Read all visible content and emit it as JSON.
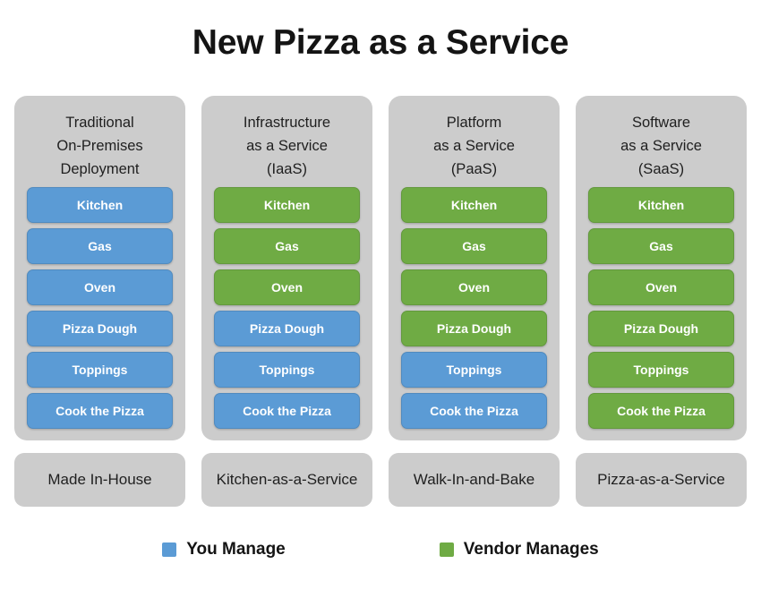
{
  "title": "New Pizza as a Service",
  "colors": {
    "you_manage": "#5b9bd5",
    "vendor_manages": "#6fab44",
    "panel": "#cccccc",
    "background": "#ffffff",
    "text": "#1f1f1f"
  },
  "rows": [
    "Kitchen",
    "Gas",
    "Oven",
    "Pizza Dough",
    "Toppings",
    "Cook the Pizza"
  ],
  "columns": [
    {
      "header": "Traditional\nOn-Premises\nDeployment",
      "footer": "Made In-House",
      "items": [
        {
          "label": "Kitchen",
          "owner": "you"
        },
        {
          "label": "Gas",
          "owner": "you"
        },
        {
          "label": "Oven",
          "owner": "you"
        },
        {
          "label": "Pizza Dough",
          "owner": "you"
        },
        {
          "label": "Toppings",
          "owner": "you"
        },
        {
          "label": "Cook the Pizza",
          "owner": "you"
        }
      ]
    },
    {
      "header": "Infrastructure\nas a Service\n(IaaS)",
      "footer": "Kitchen-as-a-Service",
      "items": [
        {
          "label": "Kitchen",
          "owner": "vendor"
        },
        {
          "label": "Gas",
          "owner": "vendor"
        },
        {
          "label": "Oven",
          "owner": "vendor"
        },
        {
          "label": "Pizza Dough",
          "owner": "you"
        },
        {
          "label": "Toppings",
          "owner": "you"
        },
        {
          "label": "Cook the Pizza",
          "owner": "you"
        }
      ]
    },
    {
      "header": "Platform\nas a Service\n(PaaS)",
      "footer": "Walk-In-and-Bake",
      "items": [
        {
          "label": "Kitchen",
          "owner": "vendor"
        },
        {
          "label": "Gas",
          "owner": "vendor"
        },
        {
          "label": "Oven",
          "owner": "vendor"
        },
        {
          "label": "Pizza Dough",
          "owner": "vendor"
        },
        {
          "label": "Toppings",
          "owner": "you"
        },
        {
          "label": "Cook the Pizza",
          "owner": "you"
        }
      ]
    },
    {
      "header": "Software\nas a Service\n(SaaS)",
      "footer": "Pizza-as-a-Service",
      "items": [
        {
          "label": "Kitchen",
          "owner": "vendor"
        },
        {
          "label": "Gas",
          "owner": "vendor"
        },
        {
          "label": "Oven",
          "owner": "vendor"
        },
        {
          "label": "Pizza Dough",
          "owner": "vendor"
        },
        {
          "label": "Toppings",
          "owner": "vendor"
        },
        {
          "label": "Cook the Pizza",
          "owner": "vendor"
        }
      ]
    }
  ],
  "legend": [
    {
      "label": "You Manage",
      "owner": "you",
      "color": "#5b9bd5"
    },
    {
      "label": "Vendor Manages",
      "owner": "vendor",
      "color": "#6fab44"
    }
  ]
}
